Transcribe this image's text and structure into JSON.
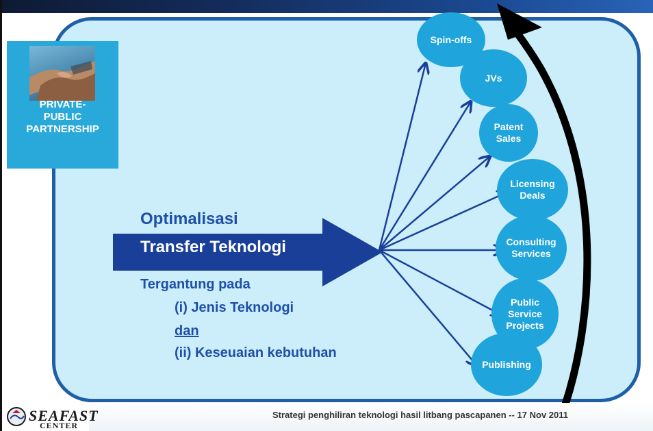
{
  "ppp": {
    "title": "PRIVATE-\nPUBLIC\nPARTNERSHIP"
  },
  "main": {
    "title_line1": "Optimalisasi",
    "title_line2": "Transfer Teknologi"
  },
  "dependence": {
    "label": "Tergantung pada",
    "item1": "(i) Jenis Teknologi",
    "connector": "dan",
    "item2": "(ii) Keseuaian kebutuhan"
  },
  "outcomes": [
    {
      "label": "Spin-offs"
    },
    {
      "label": "JVs"
    },
    {
      "label": "Patent\nSales"
    },
    {
      "label": "Licensing\nDeals"
    },
    {
      "label": "Consulting\nServices"
    },
    {
      "label": "Public\nService\nProjects"
    },
    {
      "label": "Publishing"
    }
  ],
  "footer": {
    "text": "Strategi penghiliran teknologi hasil litbang pascapanen   -- 17 Nov 2011",
    "logo_name": "SEAFAST",
    "logo_sub": "CENTER"
  },
  "colors": {
    "panel_fill": "#cbeefa",
    "panel_border": "#1f5fa8",
    "bubble": "#1fa4dc",
    "arrow": "#1a3f99",
    "main_arrow": "#1a3f99",
    "text_blue": "#1f4fa8"
  }
}
